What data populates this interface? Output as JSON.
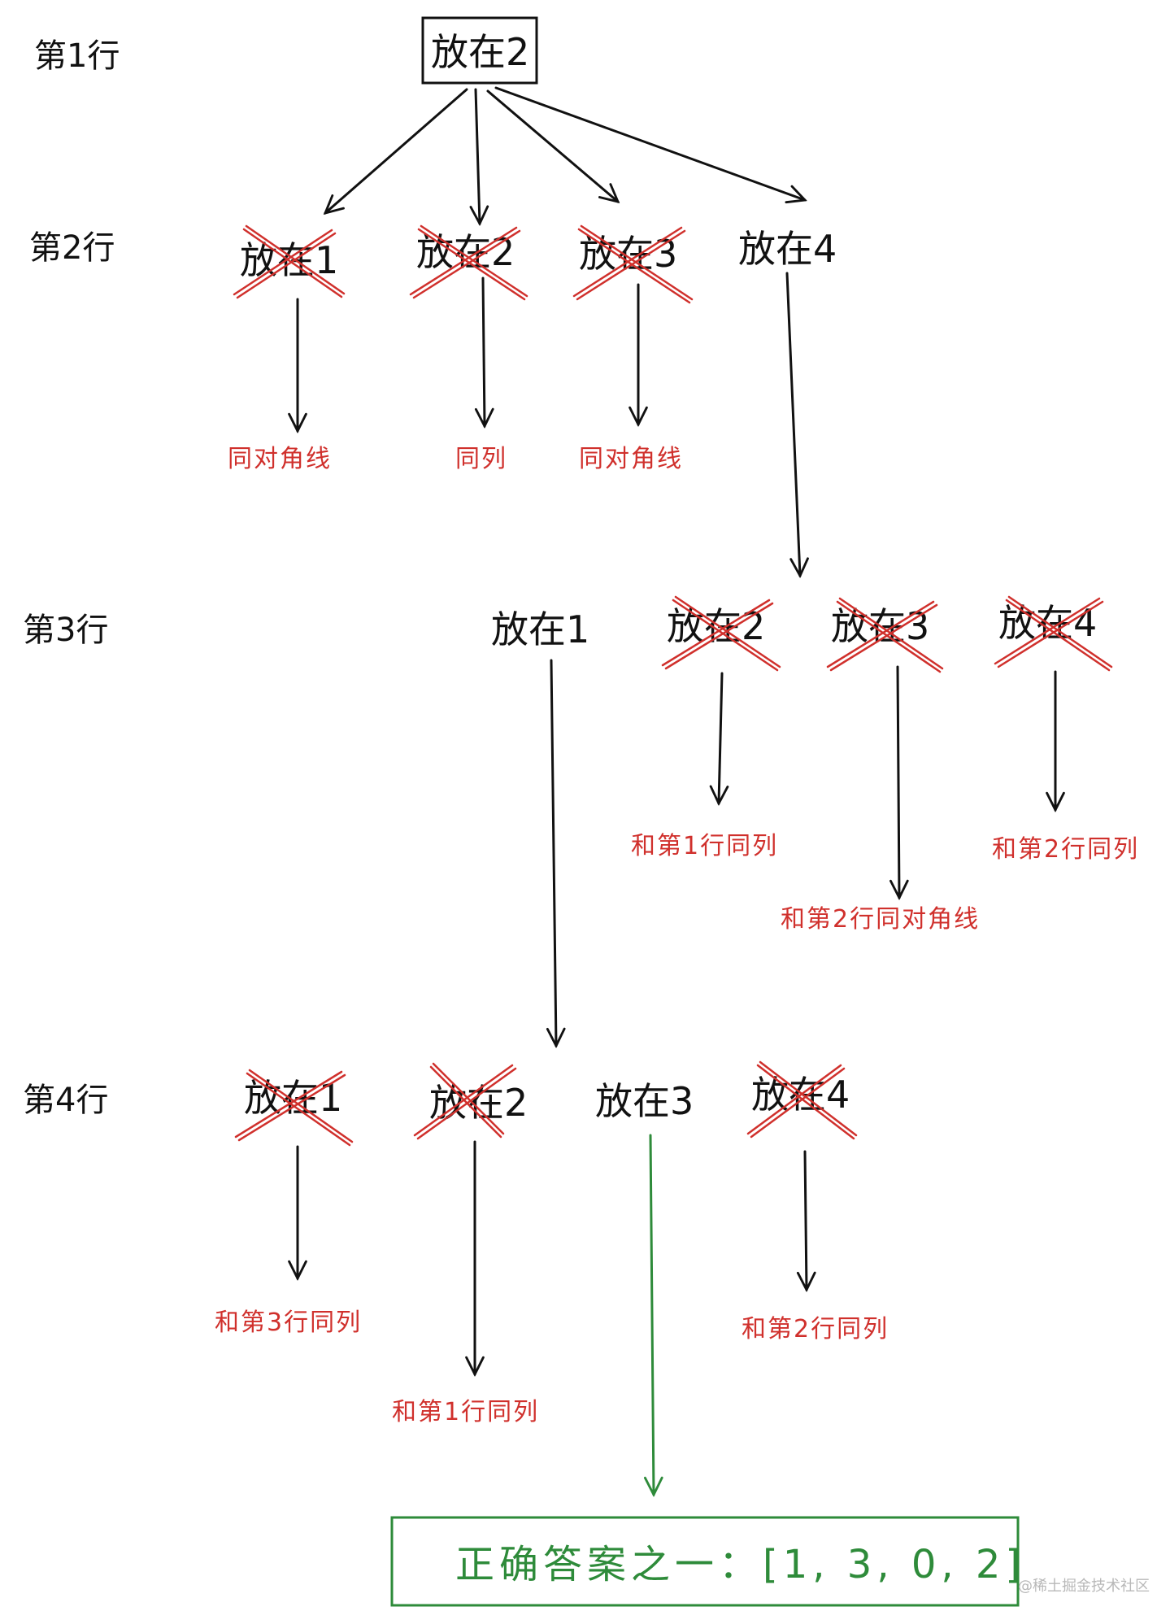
{
  "row_labels": [
    "第1行",
    "第2行",
    "第3行",
    "第4行"
  ],
  "nodes": {
    "root": "放在2",
    "r2_1": "放在1",
    "r2_2": "放在2",
    "r2_3": "放在3",
    "r2_4": "放在4",
    "r3_1": "放在1",
    "r3_2": "放在2",
    "r3_3": "放在3",
    "r3_4": "放在4",
    "r4_1": "放在1",
    "r4_2": "放在2",
    "r4_3": "放在3",
    "r4_4": "放在4"
  },
  "reasons": {
    "r2_1": "同对角线",
    "r2_2": "同列",
    "r2_3": "同对角线",
    "r3_2": "和第1行同列",
    "r3_3": "和第2行同对角线",
    "r3_4": "和第2行同列",
    "r4_1": "和第3行同列",
    "r4_2": "和第1行同列",
    "r4_4": "和第2行同列"
  },
  "answer": "正确答案之一：[1, 3, 0, 2]",
  "watermark": "@稀土掘金技术社区",
  "colors": {
    "ink": "#111111",
    "rejected": "#d0302c",
    "solution": "#2e8b3a"
  }
}
